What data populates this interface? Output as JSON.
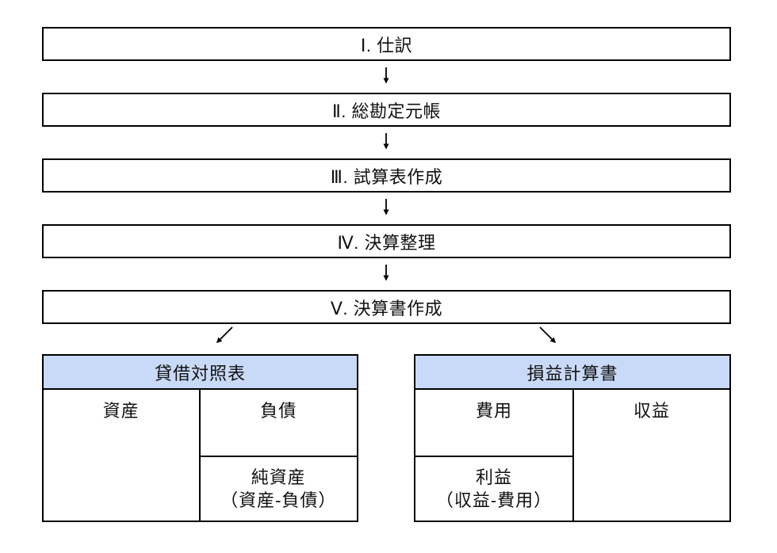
{
  "flow": {
    "steps": [
      {
        "label": "Ⅰ. 仕訳"
      },
      {
        "label": "Ⅱ. 総勘定元帳"
      },
      {
        "label": "Ⅲ. 試算表作成"
      },
      {
        "label": "Ⅳ. 決算整理"
      },
      {
        "label": "Ⅴ. 決算書作成"
      }
    ]
  },
  "tables": {
    "balance_sheet": {
      "title": "貸借対照表",
      "cells": {
        "assets": "資産",
        "liabilities": "負債",
        "net_assets_line1": "純資産",
        "net_assets_line2": "（資産-負債）"
      }
    },
    "income_statement": {
      "title": "損益計算書",
      "cells": {
        "expenses": "費用",
        "revenue": "収益",
        "profit_line1": "利益",
        "profit_line2": "（収益-費用）"
      }
    }
  },
  "icons": {
    "down_arrow": "arrow-down-icon",
    "diagonal_left_arrow": "arrow-down-left-icon",
    "diagonal_right_arrow": "arrow-down-right-icon"
  },
  "colors": {
    "header_bg": "#c9daf8",
    "border": "#000000"
  }
}
